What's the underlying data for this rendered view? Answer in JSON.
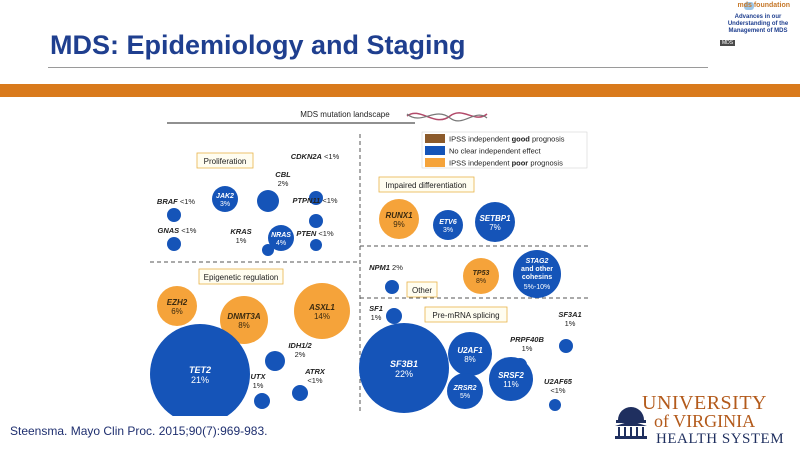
{
  "slide": {
    "title": "MDS: Epidemiology and Staging",
    "citation": "Steensma. Mayo Clin Proc. 2015;90(7):969-983."
  },
  "logo_top": {
    "brand": "mds foundation",
    "subtitle_lines": [
      "Advances in our",
      "Understanding of the",
      "Management of MDS"
    ],
    "tag": "MDS"
  },
  "uva_logo": {
    "line1": "UNIVERSITY",
    "line2": "of VIRGINIA",
    "line3": "HEALTH SYSTEM"
  },
  "figure": {
    "heading": "MDS mutation landscape",
    "legend": [
      {
        "prefix": "IPSS independent ",
        "bold": "good",
        "suffix": " prognosis",
        "color": "#8b5a2b"
      },
      {
        "prefix": "No clear independent effect",
        "bold": "",
        "suffix": "",
        "color": "#1554b8"
      },
      {
        "prefix": "IPSS independent ",
        "bold": "poor",
        "suffix": " prognosis",
        "color": "#f5a33a"
      }
    ],
    "groups": {
      "proliferation": "Proliferation",
      "impaired": "Impaired differentiation",
      "epigenetic": "Epigenetic regulation",
      "other": "Other",
      "splicing": "Pre-mRNA splicing"
    },
    "genes": [
      {
        "name": "JAK2",
        "pct": "3%",
        "color": "blue"
      },
      {
        "name": "CBL",
        "pct": "2%",
        "color": "blue"
      },
      {
        "name": "CDKN2A",
        "pct": "<1%",
        "color": "blue"
      },
      {
        "name": "PTPN11",
        "pct": "<1%",
        "color": "blue"
      },
      {
        "name": "BRAF",
        "pct": "<1%",
        "color": "blue"
      },
      {
        "name": "GNAS",
        "pct": "<1%",
        "color": "blue"
      },
      {
        "name": "KRAS",
        "pct": "1%",
        "color": "blue"
      },
      {
        "name": "NRAS",
        "pct": "4%",
        "color": "blue"
      },
      {
        "name": "PTEN",
        "pct": "<1%",
        "color": "blue"
      },
      {
        "name": "RUNX1",
        "pct": "9%",
        "color": "orange"
      },
      {
        "name": "ETV6",
        "pct": "3%",
        "color": "blue"
      },
      {
        "name": "SETBP1",
        "pct": "7%",
        "color": "blue"
      },
      {
        "name": "NPM1",
        "pct": "2%",
        "color": "blue"
      },
      {
        "name": "TP53",
        "pct": "8%",
        "color": "orange"
      },
      {
        "name": "STAG2 and other cohesins",
        "pct": "5%-10%",
        "color": "blue"
      },
      {
        "name": "EZH2",
        "pct": "6%",
        "color": "orange"
      },
      {
        "name": "DNMT3A",
        "pct": "8%",
        "color": "orange"
      },
      {
        "name": "ASXL1",
        "pct": "14%",
        "color": "orange"
      },
      {
        "name": "TET2",
        "pct": "21%",
        "color": "blue"
      },
      {
        "name": "IDH1/2",
        "pct": "2%",
        "color": "blue"
      },
      {
        "name": "UTX",
        "pct": "1%",
        "color": "blue"
      },
      {
        "name": "ATRX",
        "pct": "<1%",
        "color": "blue"
      },
      {
        "name": "SF1",
        "pct": "1%",
        "color": "blue"
      },
      {
        "name": "SF3B1",
        "pct": "22%",
        "color": "blue"
      },
      {
        "name": "U2AF1",
        "pct": "8%",
        "color": "blue"
      },
      {
        "name": "PRPF40B",
        "pct": "1%",
        "color": "blue"
      },
      {
        "name": "SF3A1",
        "pct": "1%",
        "color": "blue"
      },
      {
        "name": "ZRSR2",
        "pct": "5%",
        "color": "blue"
      },
      {
        "name": "SRSF2",
        "pct": "11%",
        "color": "blue"
      },
      {
        "name": "U2AF65",
        "pct": "<1%",
        "color": "blue"
      }
    ],
    "colors": {
      "blue": "#1554b8",
      "orange": "#f5a33a",
      "brown": "#8b5a2b"
    }
  }
}
